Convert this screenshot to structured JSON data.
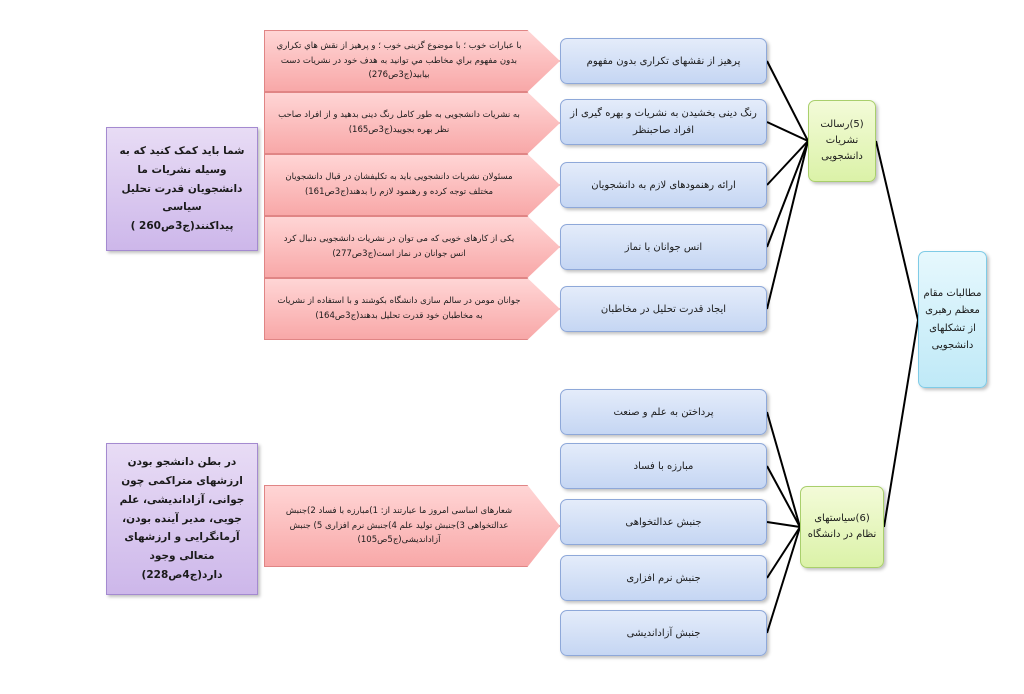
{
  "root": "مطالبات مقام معظم رهبری از تشکلهای دانشجویی",
  "groups": {
    "publications": {
      "title": "(5)رسالت نشریات دانشجویی",
      "items": [
        "پرهیز از نقشهای تکراری بدون مفهوم",
        "رنگ دینی بخشیدن به نشریات و بهره گیری از افراد صاحبنظر",
        "ارائه رهنمودهای لازم به دانشجویان",
        "انس جوانان با نماز",
        "ایجاد قدرت تحلیل در مخاطبان"
      ]
    },
    "policies": {
      "title": "(6)سیاستهای نظام در دانشگاه",
      "items": [
        "پرداختن به علم و صنعت",
        "مبارزه با فساد",
        "جنبش عدالتخواهی",
        "جنبش نرم افزاری",
        "جنبش آزاداندیشی"
      ]
    }
  },
  "quotes": [
    "با عبارات خوب ؛ با موضوع گزینی خوب ؛ و پرهیز از نقش هاي تكراري بدون مفهوم براي مخاطب مي توانيد به هدف خود در نشريات دست بيابيد(ج3ص276)",
    "به نشریات دانشجویی به طور کامل رنگ دینی بدهید و از افراد صاحب نظر بهره بجویید(ج3ص165)",
    "مسئولان نشریات دانشجویی باید به تکلیفشان در قبال دانشجویان مختلف توجه کرده و رهنمود لازم را بدهند(ج3ص161)",
    "یکی از کارهای خوبی که می توان در نشریات دانشجویی دنبال کرد انس جوانان در نماز است(ج3ص277)",
    "جوانان مومن در سالم سازی دانشگاه بکوشند و با استفاده از نشریات به مخاطبان خود قدرت تحلیل بدهند(ج3ص164)",
    "شعارهای اساسی امروز ما عبارتند از: 1)مبارزه با فساد 2)جنبش عدالتخواهی 3)جنبش تولید علم 4)جنبش نرم افزاری 5) جنبش آزاداندیشی(ج5ص105)"
  ],
  "notes": [
    "شما باید کمک کنید که به وسیله نشریات ما دانشجویان قدرت تحلیل سیاسی پیداکنند(ج3ص260 )",
    "در بطن دانشجو بودن ارزشهای متراکمی چون جوانی، آزاداندیشی، علم جویی، مدیر آینده بودن، آرمانگرایی و ارزشهای متعالی وجود دارد(ج4ص228)"
  ]
}
